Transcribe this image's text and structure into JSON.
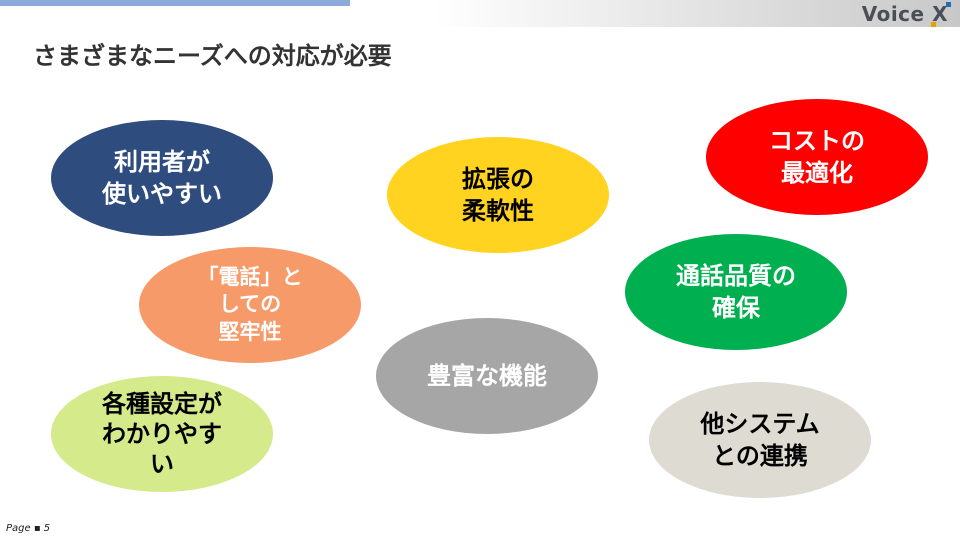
{
  "header": {
    "logo": "Voice X"
  },
  "title": "さまざまなニーズへの対応が必要",
  "bubbles": [
    {
      "label": "利用者が\n使いやすい",
      "color": "#2f4c7e",
      "text_color": "#ffffff"
    },
    {
      "label": "拡張の\n柔軟性",
      "color": "#ffd320",
      "text_color": "#000000"
    },
    {
      "label": "コストの\n最適化",
      "color": "#ff0000",
      "text_color": "#ffffff"
    },
    {
      "label": "「電話」と\nしての\n堅牢性",
      "color": "#f79a6a",
      "text_color": "#ffffff"
    },
    {
      "label": "通話品質の\n確保",
      "color": "#00b050",
      "text_color": "#ffffff"
    },
    {
      "label": "豊富な機能",
      "color": "#a6a6a6",
      "text_color": "#ffffff"
    },
    {
      "label": "各種設定が\nわかりやす\nい",
      "color": "#d5ea8a",
      "text_color": "#000000"
    },
    {
      "label": "他システム\nとの連携",
      "color": "#dedbd3",
      "text_color": "#000000"
    }
  ],
  "footer": {
    "page": "Page ▪ 5"
  }
}
